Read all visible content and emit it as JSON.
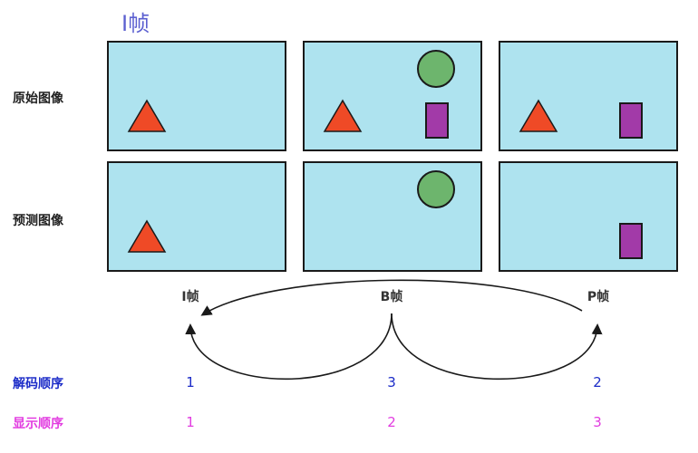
{
  "title": "I帧",
  "rows": {
    "original_label": "原始图像",
    "predicted_label": "预测图像"
  },
  "frames": [
    {
      "label": "I帧",
      "decode_order": "1",
      "display_order": "1"
    },
    {
      "label": "B帧",
      "decode_order": "3",
      "display_order": "2"
    },
    {
      "label": "P帧",
      "decode_order": "2",
      "display_order": "3"
    }
  ],
  "order_labels": {
    "decode": "解码顺序",
    "display": "显示顺序"
  },
  "colors": {
    "panel_bg": "#aee3ef",
    "triangle": "#ef4a26",
    "circle": "#6db56d",
    "rectangle": "#a23aa8",
    "decode_text": "#1c2cc8",
    "display_text": "#e23ce0"
  }
}
